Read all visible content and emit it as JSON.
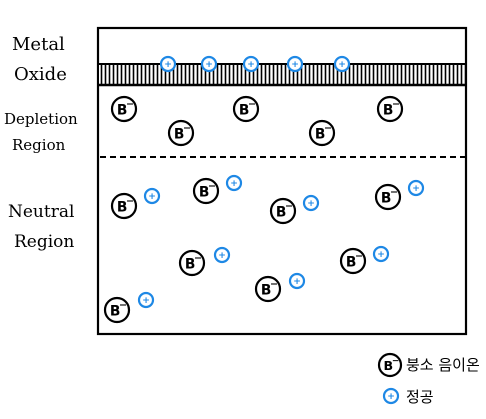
{
  "labels": {
    "metal_oxide_line1": "Metal",
    "metal_oxide_line2": "Oxide",
    "depletion_line1": "Depletion",
    "depletion_line2": "Region",
    "neutral_line1": "Neutral",
    "neutral_line2": "Region"
  },
  "symbols": {
    "ion_text": "B",
    "ion_superscript": "−",
    "hole_text": "+"
  },
  "legend": {
    "ion_label": "붕소 음이온",
    "hole_label": "정공"
  },
  "colors": {
    "line": "#000000",
    "hole": "#1e88e5",
    "background": "#ffffff"
  }
}
